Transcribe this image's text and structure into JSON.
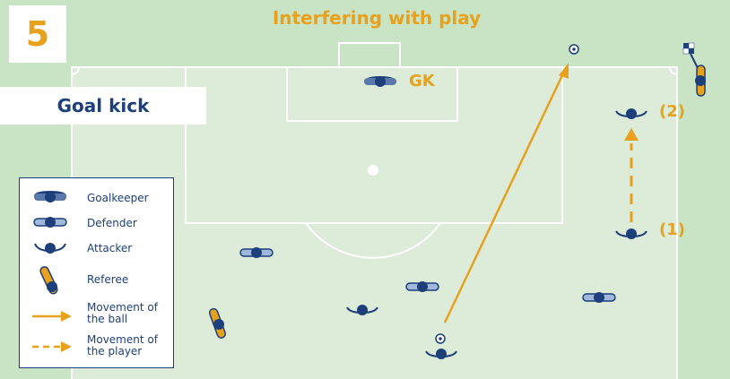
{
  "header": {
    "number": "5",
    "title": "Interfering with play"
  },
  "situation_label": "Goal kick",
  "annotations": {
    "goalkeeper_tag": "GK",
    "position_1": "(1)",
    "position_2": "(2)"
  },
  "legend": [
    {
      "icon": "goalkeeper-icon",
      "label": "Goalkeeper"
    },
    {
      "icon": "defender-icon",
      "label": "Defender"
    },
    {
      "icon": "attacker-icon",
      "label": "Attacker"
    },
    {
      "icon": "referee-icon",
      "label": "Referee"
    },
    {
      "icon": "solid-arrow-icon",
      "label_line1": "Movement of",
      "label_line2": "the ball"
    },
    {
      "icon": "dashed-arrow-icon",
      "label_line1": "Movement of",
      "label_line2": "the player"
    }
  ],
  "colors": {
    "grass_outer": "#c9e4c5",
    "grass_inner": "#dcecd8",
    "lines": "#ffffff",
    "accent_orange": "#e8a11c",
    "navy": "#1d3f7a",
    "defender_light": "#9fb8dc"
  }
}
